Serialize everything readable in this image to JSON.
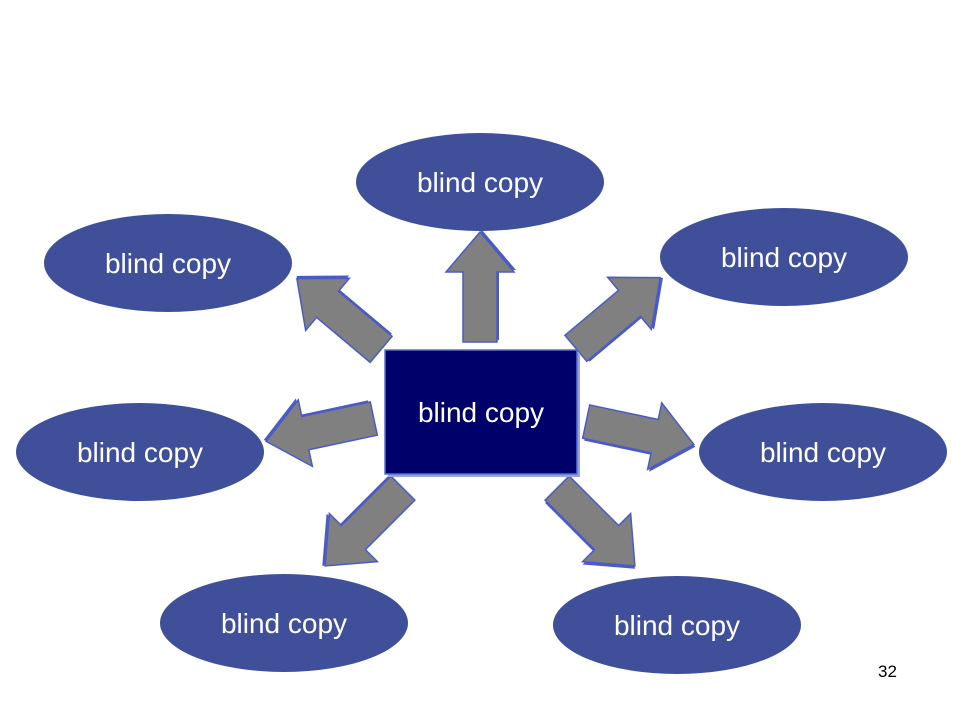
{
  "center": {
    "label": "blind copy"
  },
  "nodes": [
    {
      "id": "top",
      "label": "blind copy"
    },
    {
      "id": "top-right",
      "label": "blind copy"
    },
    {
      "id": "right",
      "label": "blind copy"
    },
    {
      "id": "bottom-right",
      "label": "blind copy"
    },
    {
      "id": "bottom-left",
      "label": "blind copy"
    },
    {
      "id": "left",
      "label": "blind copy"
    },
    {
      "id": "top-left",
      "label": "blind copy"
    }
  ],
  "page_number": "32",
  "colors": {
    "ellipse_fill": "#3f4f9a",
    "center_fill": "#00006b",
    "center_border": "#5a6fd0",
    "arrow_fill": "#808080",
    "arrow_stroke": "#4a5bc7"
  }
}
